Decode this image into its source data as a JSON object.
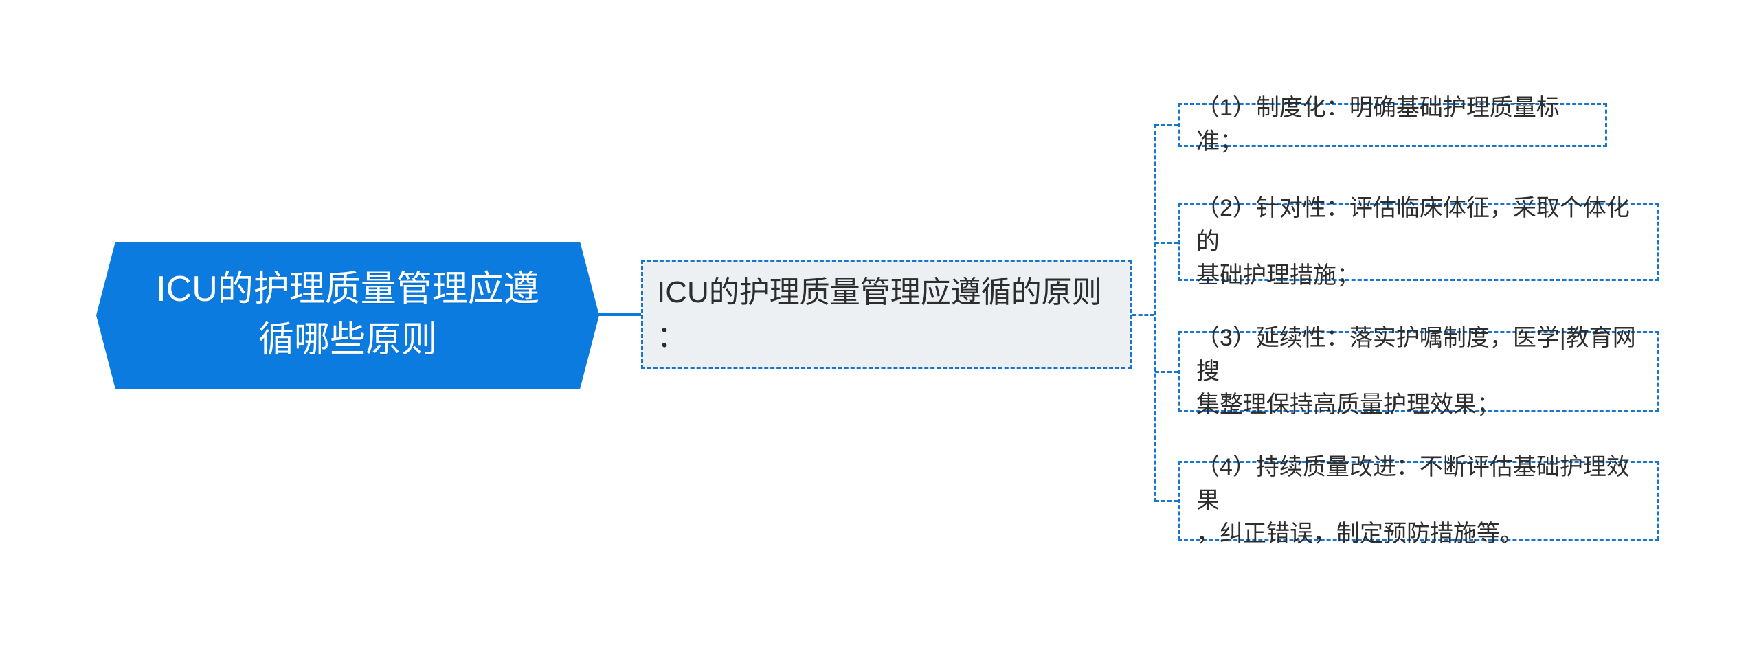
{
  "diagram": {
    "type": "mindmap",
    "colors": {
      "root_fill": "#0c7be0",
      "root_text": "#ffffff",
      "dashed_border": "#1774cf",
      "topic_bg": "#edf0f3",
      "body_text": "#2d2d2d",
      "canvas_bg": "#ffffff"
    },
    "root": {
      "text": "ICU的护理质量管理应遵\n循哪些原则"
    },
    "topic": {
      "text": "ICU的护理质量管理应遵循的原则\n："
    },
    "leaves": [
      {
        "text": "（1）制度化：明确基础护理质量标准；"
      },
      {
        "text": "（2）针对性：评估临床体征，采取个体化的\n基础护理措施；"
      },
      {
        "text": "（3）延续性：落实护嘱制度，医学|教育网搜\n集整理保持高质量护理效果；"
      },
      {
        "text": "（4）持续质量改进：不断评估基础护理效果\n，纠正错误，制定预防措施等。"
      }
    ]
  }
}
